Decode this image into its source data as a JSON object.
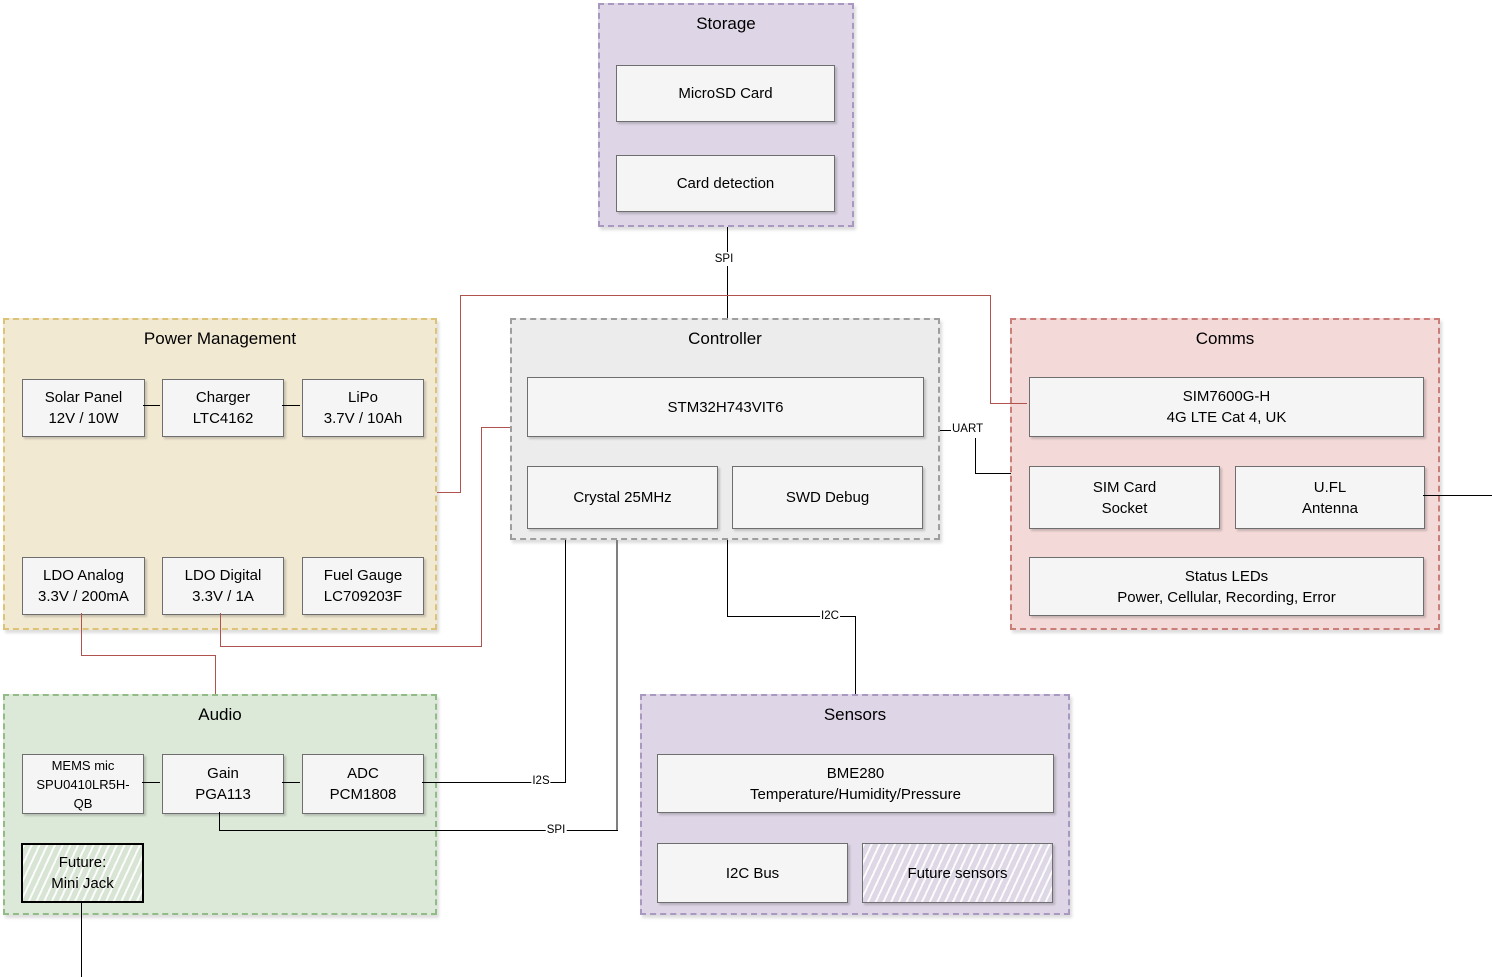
{
  "colors": {
    "storage_fill": "#ded6e6",
    "storage_stroke": "#a998bf",
    "power_fill": "#f1e9d2",
    "power_stroke": "#dcc377",
    "controller_fill": "#ececec",
    "controller_stroke": "#9e9e9e",
    "comms_fill": "#f3d9d8",
    "comms_stroke": "#c97e79",
    "audio_fill": "#dde9d8",
    "audio_stroke": "#92bc87",
    "sensors_fill": "#ded6e6",
    "sensors_stroke": "#a998bf",
    "box_fill": "#f5f5f5",
    "box_stroke": "#6e6e6e",
    "wire_black": "#000000",
    "wire_power": "#b0524e",
    "wire_gray": "#7f7f7f"
  },
  "groups": {
    "storage": {
      "title": "Storage",
      "boxes": {
        "microsd": "MicroSD Card",
        "card_detection": "Card detection"
      }
    },
    "power": {
      "title": "Power Management",
      "boxes": {
        "solar": "Solar Panel\n12V / 10W",
        "charger": "Charger\nLTC4162",
        "lipo": "LiPo\n3.7V / 10Ah",
        "ldo_analog": "LDO Analog\n3.3V / 200mA",
        "ldo_digital": "LDO Digital\n3.3V / 1A",
        "fuel_gauge": "Fuel Gauge\nLC709203F"
      }
    },
    "controller": {
      "title": "Controller",
      "boxes": {
        "mcu": "STM32H743VIT6",
        "crystal": "Crystal 25MHz",
        "swd": "SWD Debug"
      }
    },
    "comms": {
      "title": "Comms",
      "boxes": {
        "modem": "SIM7600G-H\n4G LTE Cat 4, UK",
        "sim_socket": "SIM Card\nSocket",
        "antenna": "U.FL\nAntenna",
        "status_leds": "Status LEDs\nPower, Cellular, Recording, Error"
      }
    },
    "audio": {
      "title": "Audio",
      "boxes": {
        "mems_mic": "MEMS mic\nSPU0410LR5H-\nQB",
        "gain": "Gain\nPGA113",
        "adc": "ADC\nPCM1808",
        "mini_jack": "Future:\nMini Jack"
      }
    },
    "sensors": {
      "title": "Sensors",
      "boxes": {
        "bme280": "BME280\nTemperature/Humidity/Pressure",
        "i2c_bus": "I2C Bus",
        "future_sensors": "Future sensors"
      }
    }
  },
  "bus_labels": {
    "spi_storage": "SPI",
    "uart": "UART",
    "i2c": "I2C",
    "i2s": "I2S",
    "spi_audio": "SPI"
  }
}
